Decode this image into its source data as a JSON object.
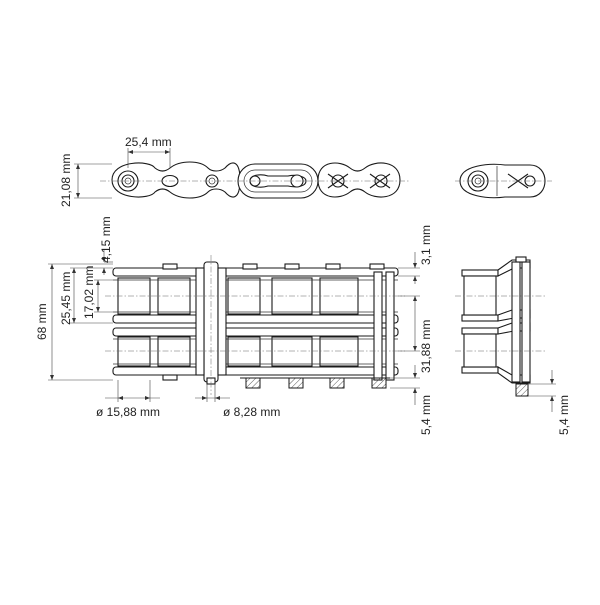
{
  "dimensions": {
    "pitch": "25,4 mm",
    "plate_height": "21,08 mm",
    "plate_thickness": "4,15 mm",
    "inner_width": "25,45 mm",
    "inner_width_2": "17,02 mm",
    "overall_length": "68 mm",
    "top_offset": "3,1 mm",
    "transverse_pitch": "31,88 mm",
    "roller_diameter": "ø 15,88 mm",
    "pin_diameter": "ø 8,28 mm",
    "pin_extension": "5,4 mm",
    "pin_extension_side": "5,4 mm"
  }
}
